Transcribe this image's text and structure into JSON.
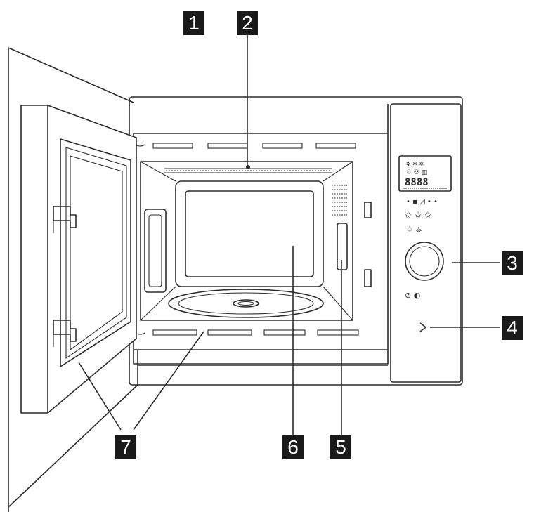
{
  "callouts": [
    {
      "id": "1",
      "label": "1"
    },
    {
      "id": "2",
      "label": "2"
    },
    {
      "id": "3",
      "label": "3"
    },
    {
      "id": "4",
      "label": "4"
    },
    {
      "id": "5",
      "label": "5"
    },
    {
      "id": "6",
      "label": "6"
    },
    {
      "id": "7",
      "label": "7"
    }
  ],
  "display": {
    "digits": "8888",
    "icons": [
      "snowflake-icon",
      "defrost-icon",
      "grill-icon",
      "bell-icon",
      "combi-icon",
      "menu-icon"
    ]
  },
  "panel_icons": [
    "timer-icon",
    "start-icon"
  ],
  "colors": {
    "ink": "#2b2b2b",
    "label_bg": "#1a1a1a",
    "label_text": "#ffffff"
  }
}
